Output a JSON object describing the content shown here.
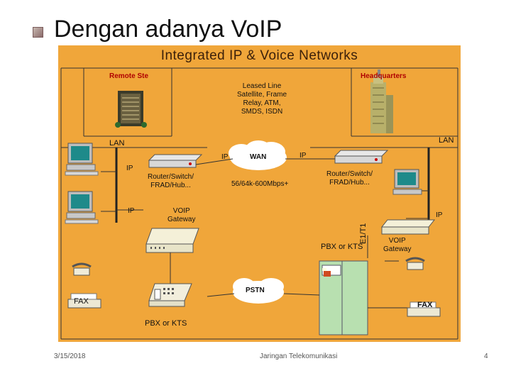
{
  "slide": {
    "title": "Dengan adanya VoIP",
    "footer_date": "3/15/2018",
    "footer_center": "Jaringan Telekomunikasi",
    "page_number": "4"
  },
  "diagram": {
    "title": "Integrated IP & Voice Networks",
    "remote_site": "Remote Ste",
    "headquarters": "Headquarters",
    "leased_line": [
      "Leased Line",
      "Satellite, Frame",
      "Relay, ATM,",
      "SMDS, ISDN"
    ],
    "lan_left": "LAN",
    "lan_right": "LAN",
    "ip": "IP",
    "wan": "WAN",
    "speed": "56/64k-600Mbps+",
    "router_left": [
      "Router/Switch/",
      "FRAD/Hub..."
    ],
    "router_right": [
      "Router/Switch/",
      "FRAD/Hub..."
    ],
    "voip_gateway_left": [
      "VOIP",
      "Gateway"
    ],
    "voip_gateway_right": [
      "VOIP",
      "Gateway"
    ],
    "pbx_right": "PBX or KTS",
    "e1t1": "E1/T1",
    "pstn": "PSTN",
    "fax_left": "FAX",
    "fax_right": "FAX",
    "pbx_left": "PBX or KTS"
  }
}
